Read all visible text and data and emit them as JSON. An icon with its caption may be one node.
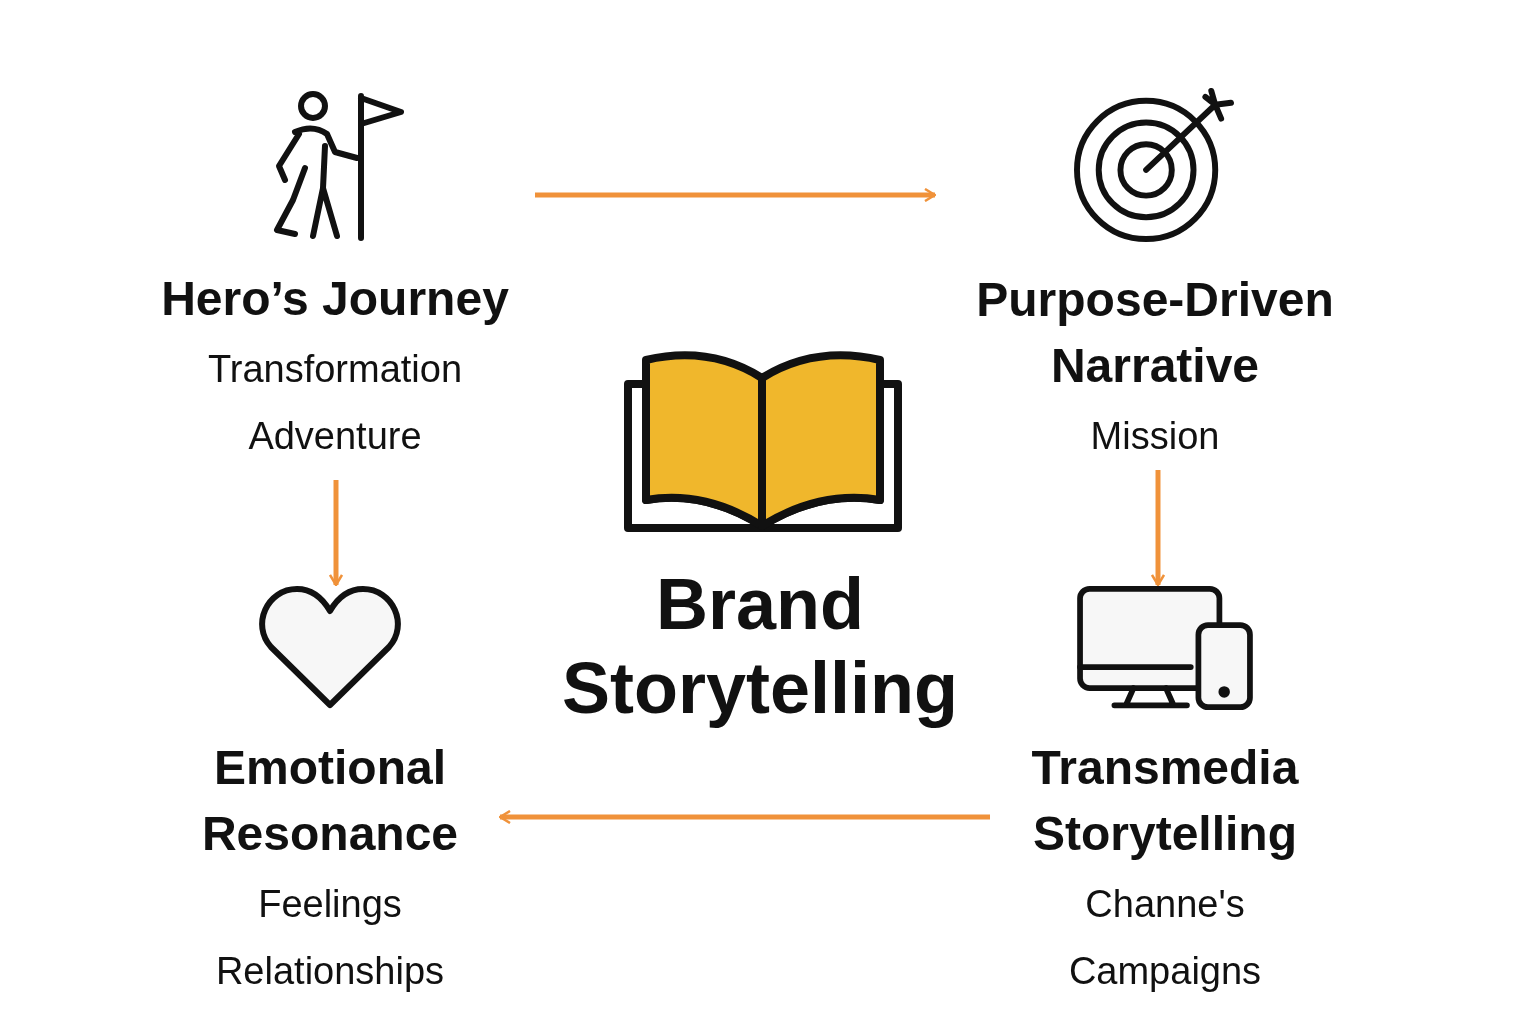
{
  "diagram": {
    "nodes": [
      {
        "text": [
          "Hero’s Journey",
          "Transformation",
          "Adventure"
        ]
      },
      {
        "text": [
          "Purpose-Driven Narrative",
          "Mission"
        ]
      },
      {
        "text": [
          "Emotional Resonance",
          "Feelings",
          "Relationships"
        ]
      },
      {
        "text": [
          "Transmedia Storytelling",
          "Channe's",
          "Campaigns"
        ]
      }
    ],
    "edges": [
      {
        "from": 0,
        "to": 1,
        "arrow": "to"
      },
      {
        "from": 0,
        "to": 2,
        "arrow": "to"
      },
      {
        "from": 1,
        "to": 3,
        "arrow": "to"
      },
      {
        "from": 3,
        "to": 2,
        "arrow": "to"
      }
    ],
    "labels": [
      "Brand Storytelling"
    ]
  }
}
